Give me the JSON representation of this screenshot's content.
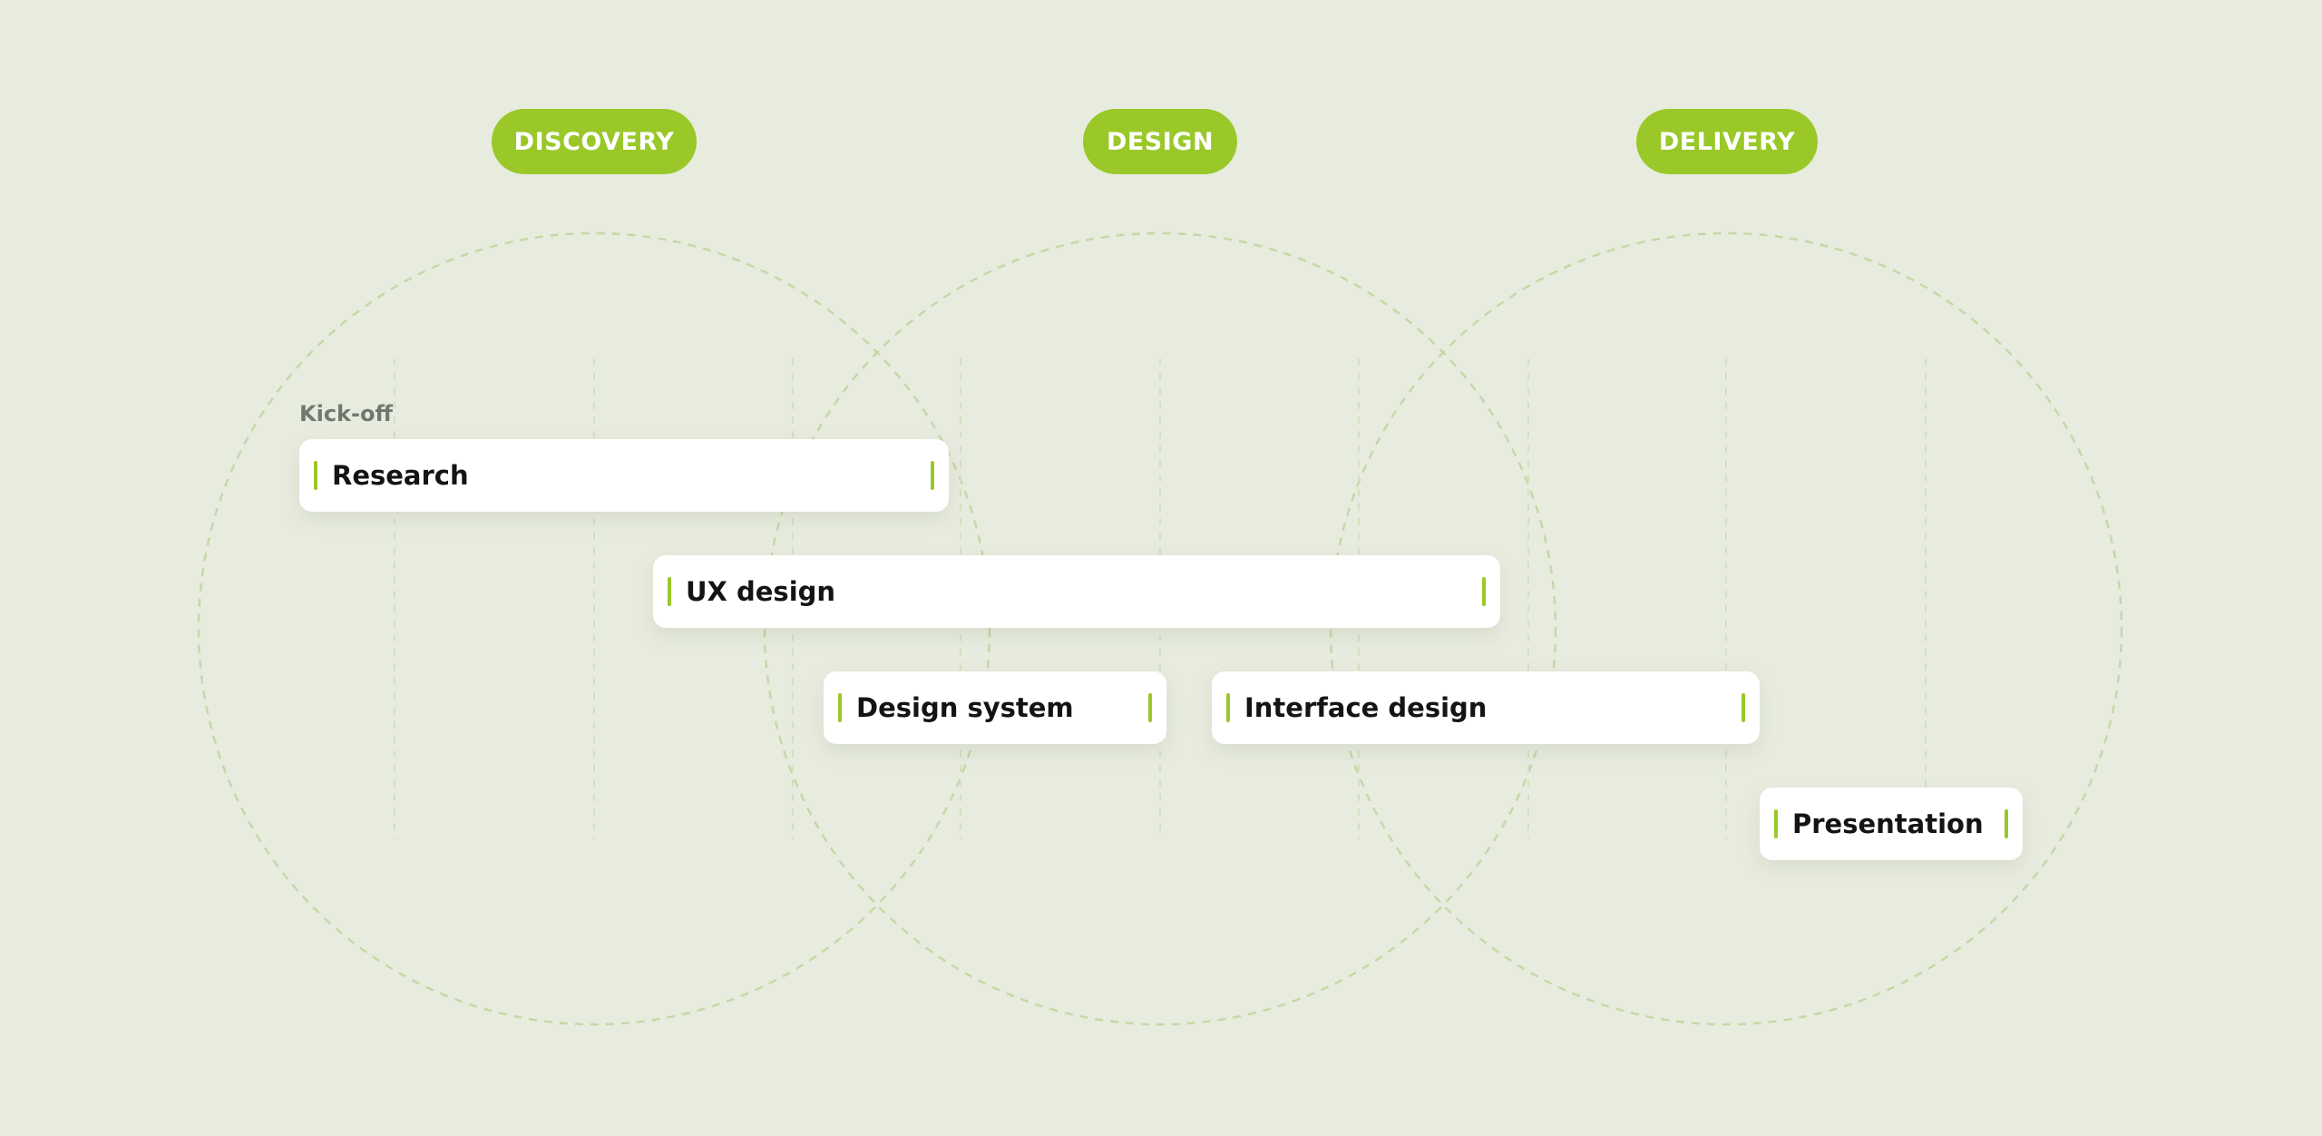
{
  "colors": {
    "background": "#e8ecdf",
    "accent": "#99c828",
    "circle_stroke": "#c9d6a8",
    "guide_stroke": "#d6dfc2",
    "card": "#ffffff",
    "text": "#141414",
    "muted_text": "#6f7a6f"
  },
  "phases": [
    {
      "label": "DISCOVERY"
    },
    {
      "label": "DESIGN"
    },
    {
      "label": "DELIVERY"
    }
  ],
  "milestone": {
    "label": "Kick-off"
  },
  "tasks": [
    {
      "label": "Research"
    },
    {
      "label": "UX design"
    },
    {
      "label": "Design system"
    },
    {
      "label": "Interface design"
    },
    {
      "label": "Presentation"
    }
  ]
}
